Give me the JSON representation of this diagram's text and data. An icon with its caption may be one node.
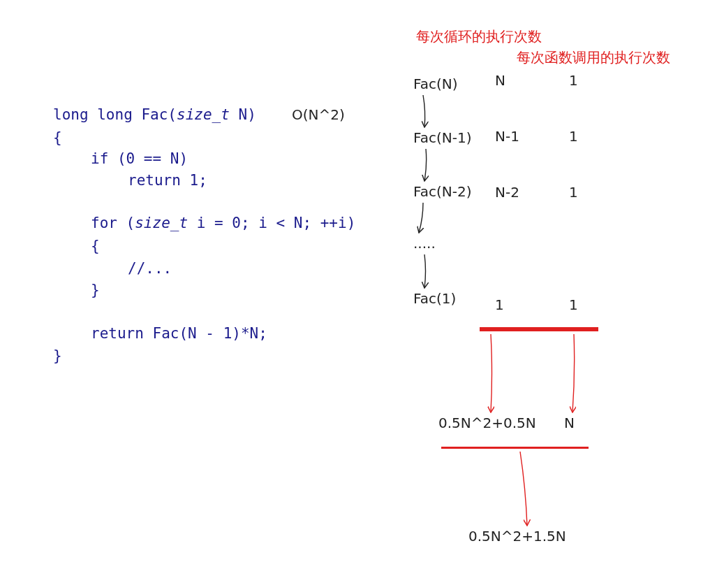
{
  "diagram": {
    "nodes": [
      {
        "text": [
          "Fac(N)"
        ]
      },
      {
        "text": [
          "Fac(N-1)"
        ]
      },
      {
        "text": [
          "Fac(N-2)"
        ]
      },
      {
        "text": [
          "....."
        ]
      },
      {
        "text": [
          "Fac(1)"
        ]
      },
      {
        "text": [],
        "shape": "bar"
      },
      {
        "text": [
          "0.5N^2+0.5N"
        ]
      },
      {
        "text": [
          "N"
        ]
      },
      {
        "text": [],
        "shape": "bar"
      },
      {
        "text": [
          "0.5N^2+1.5N"
        ]
      }
    ],
    "edges": [
      {
        "from": 0,
        "to": 1,
        "arrow": "to"
      },
      {
        "from": 1,
        "to": 2,
        "arrow": "to"
      },
      {
        "from": 2,
        "to": 3,
        "arrow": "to"
      },
      {
        "from": 3,
        "to": 4,
        "arrow": "to"
      },
      {
        "from": 5,
        "to": 6,
        "arrow": "to",
        "color": "#e02020"
      },
      {
        "from": 5,
        "to": 7,
        "arrow": "to",
        "color": "#e02020"
      },
      {
        "from": 8,
        "to": 9,
        "arrow": "to",
        "color": "#e02020"
      }
    ],
    "labels": [
      "long long Fac(*size_t* N)",
      "{",
      "if (0 == N)",
      "return 1;",
      "for (*size_t* i = 0; i < N; ++i)",
      "{",
      "//...",
      "}",
      "return Fac(N - 1)*N;",
      "}",
      "O(N^2)",
      "每次循环的执行次数",
      "每次函数调用的执行次数",
      "N",
      "1",
      "N-1",
      "1",
      "N-2",
      "1",
      "1",
      "1"
    ]
  }
}
